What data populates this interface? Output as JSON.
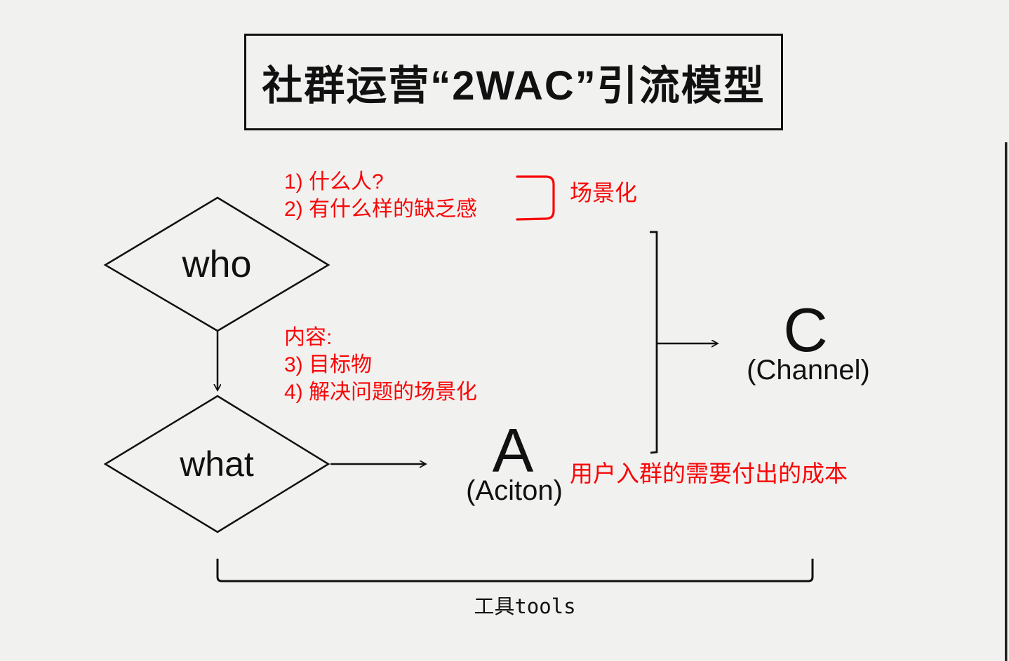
{
  "colors": {
    "background": "#f1f1f0",
    "ink": "#111111",
    "accent_red": "#f90606"
  },
  "title": {
    "text": "社群运营“2WAC”引流模型"
  },
  "nodes": {
    "who": {
      "label": "who"
    },
    "what": {
      "label": "what"
    },
    "action": {
      "letter": "A",
      "sub": "(Aciton)"
    },
    "channel": {
      "letter": "C",
      "sub": "(Channel)"
    }
  },
  "annotations": {
    "who_note_line1": "1) 什么人?",
    "who_note_line2": "2) 有什么样的缺乏感",
    "scene_label": "场景化",
    "content_title": "内容:",
    "content_line1": "3) 目标物",
    "content_line2": "4) 解决问题的场景化",
    "cost_note": "用户入群的需要付出的成本",
    "tools_label": "工具tools"
  }
}
